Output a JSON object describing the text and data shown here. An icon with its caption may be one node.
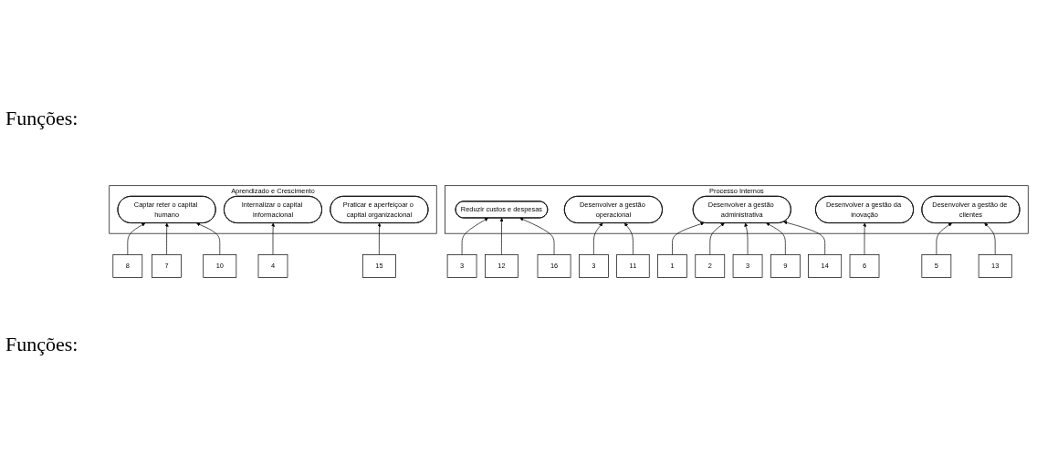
{
  "diagram": {
    "nodes": [
      {
        "text": [
          "Processo Internos"
        ]
      },
      {
        "text": [
          "Reduzir custos e despesas"
        ],
        "in": 0
      },
      {
        "text": [
          "Desenvolver a gestão operacional"
        ],
        "in": 0
      },
      {
        "text": [
          "Desenvolver a gestão administrativa"
        ],
        "in": 0
      },
      {
        "text": [
          "Desenvolver a gestão da inovação"
        ],
        "in": 0
      },
      {
        "text": [
          "Desenvolver a gestão de clientes"
        ],
        "in": 0
      },
      {
        "text": [
          "3"
        ]
      },
      {
        "text": [
          "12"
        ]
      },
      {
        "text": [
          "16"
        ]
      },
      {
        "text": [
          "3"
        ]
      },
      {
        "text": [
          "11"
        ]
      },
      {
        "text": [
          "1"
        ]
      },
      {
        "text": [
          "2"
        ]
      },
      {
        "text": [
          "3"
        ]
      },
      {
        "text": [
          "9"
        ]
      },
      {
        "text": [
          "14"
        ]
      },
      {
        "text": [
          "6"
        ]
      },
      {
        "text": [
          "5"
        ]
      },
      {
        "text": [
          "13"
        ]
      },
      {
        "text": [
          "Aprendizado e Crescimento"
        ]
      },
      {
        "text": [
          "Captar reter o capital humano"
        ],
        "in": 19
      },
      {
        "text": [
          "Internalizar o capital informacional"
        ],
        "in": 19
      },
      {
        "text": [
          "Praticar e aperfeiçoar o capital organizacional"
        ],
        "in": 19
      },
      {
        "text": [
          "8"
        ]
      },
      {
        "text": [
          "7"
        ]
      },
      {
        "text": [
          "10"
        ]
      },
      {
        "text": [
          "4"
        ]
      },
      {
        "text": [
          "15"
        ]
      }
    ],
    "edges": [
      {
        "from": 6,
        "to": 1,
        "arrow": "to"
      },
      {
        "from": 7,
        "to": 1,
        "arrow": "to"
      },
      {
        "from": 8,
        "to": 1,
        "arrow": "to"
      },
      {
        "from": 9,
        "to": 2,
        "arrow": "to"
      },
      {
        "from": 10,
        "to": 2,
        "arrow": "to"
      },
      {
        "from": 11,
        "to": 3,
        "arrow": "to"
      },
      {
        "from": 12,
        "to": 3,
        "arrow": "to"
      },
      {
        "from": 13,
        "to": 3,
        "arrow": "to"
      },
      {
        "from": 14,
        "to": 3,
        "arrow": "to"
      },
      {
        "from": 15,
        "to": 3,
        "arrow": "to"
      },
      {
        "from": 16,
        "to": 4,
        "arrow": "to"
      },
      {
        "from": 17,
        "to": 5,
        "arrow": "to"
      },
      {
        "from": 18,
        "to": 5,
        "arrow": "to"
      },
      {
        "from": 23,
        "to": 20,
        "arrow": "to"
      },
      {
        "from": 24,
        "to": 20,
        "arrow": "to"
      },
      {
        "from": 25,
        "to": 20,
        "arrow": "to"
      },
      {
        "from": 26,
        "to": 21,
        "arrow": "to"
      },
      {
        "from": 27,
        "to": 22,
        "arrow": "to"
      }
    ],
    "labels": [
      "Funções:",
      "Funções:"
    ]
  }
}
